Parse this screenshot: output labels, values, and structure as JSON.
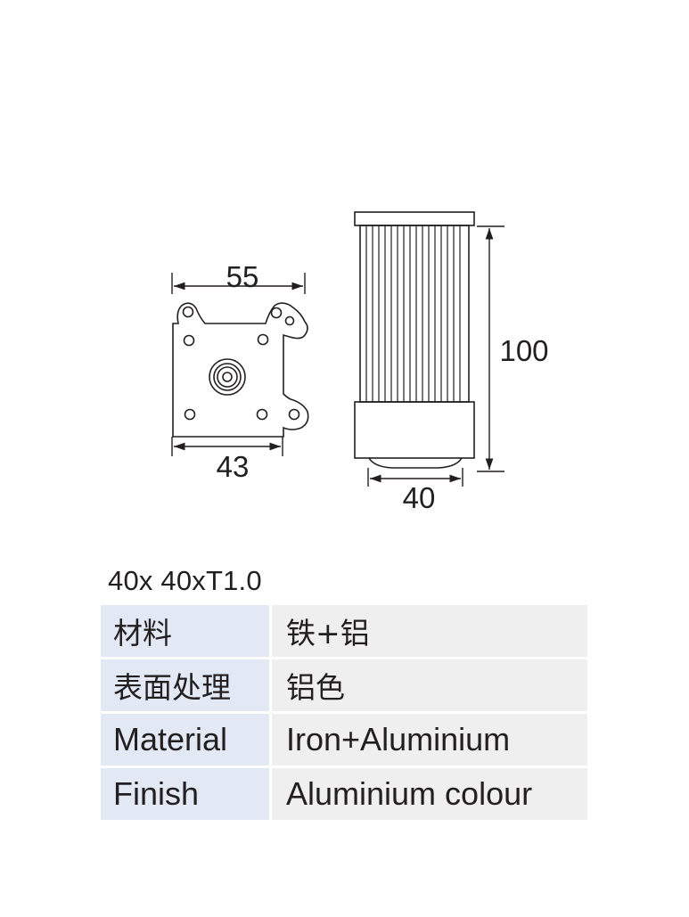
{
  "drawing": {
    "top_view": {
      "width_dimension": "55",
      "base_dimension": "43"
    },
    "side_view": {
      "height_dimension": "100",
      "width_dimension": "40"
    }
  },
  "spec": {
    "title": "40x 40xT1.0",
    "rows": [
      {
        "label": "材料",
        "value": "铁+铝"
      },
      {
        "label": "表面处理",
        "value": "铝色"
      },
      {
        "label": "Material",
        "value": "Iron+Aluminium"
      },
      {
        "label": "Finish",
        "value": "Aluminium colour"
      }
    ],
    "colors": {
      "label_bg": "#e2e8f4",
      "value_bg": "#efefef",
      "ink": "#231f20"
    }
  }
}
